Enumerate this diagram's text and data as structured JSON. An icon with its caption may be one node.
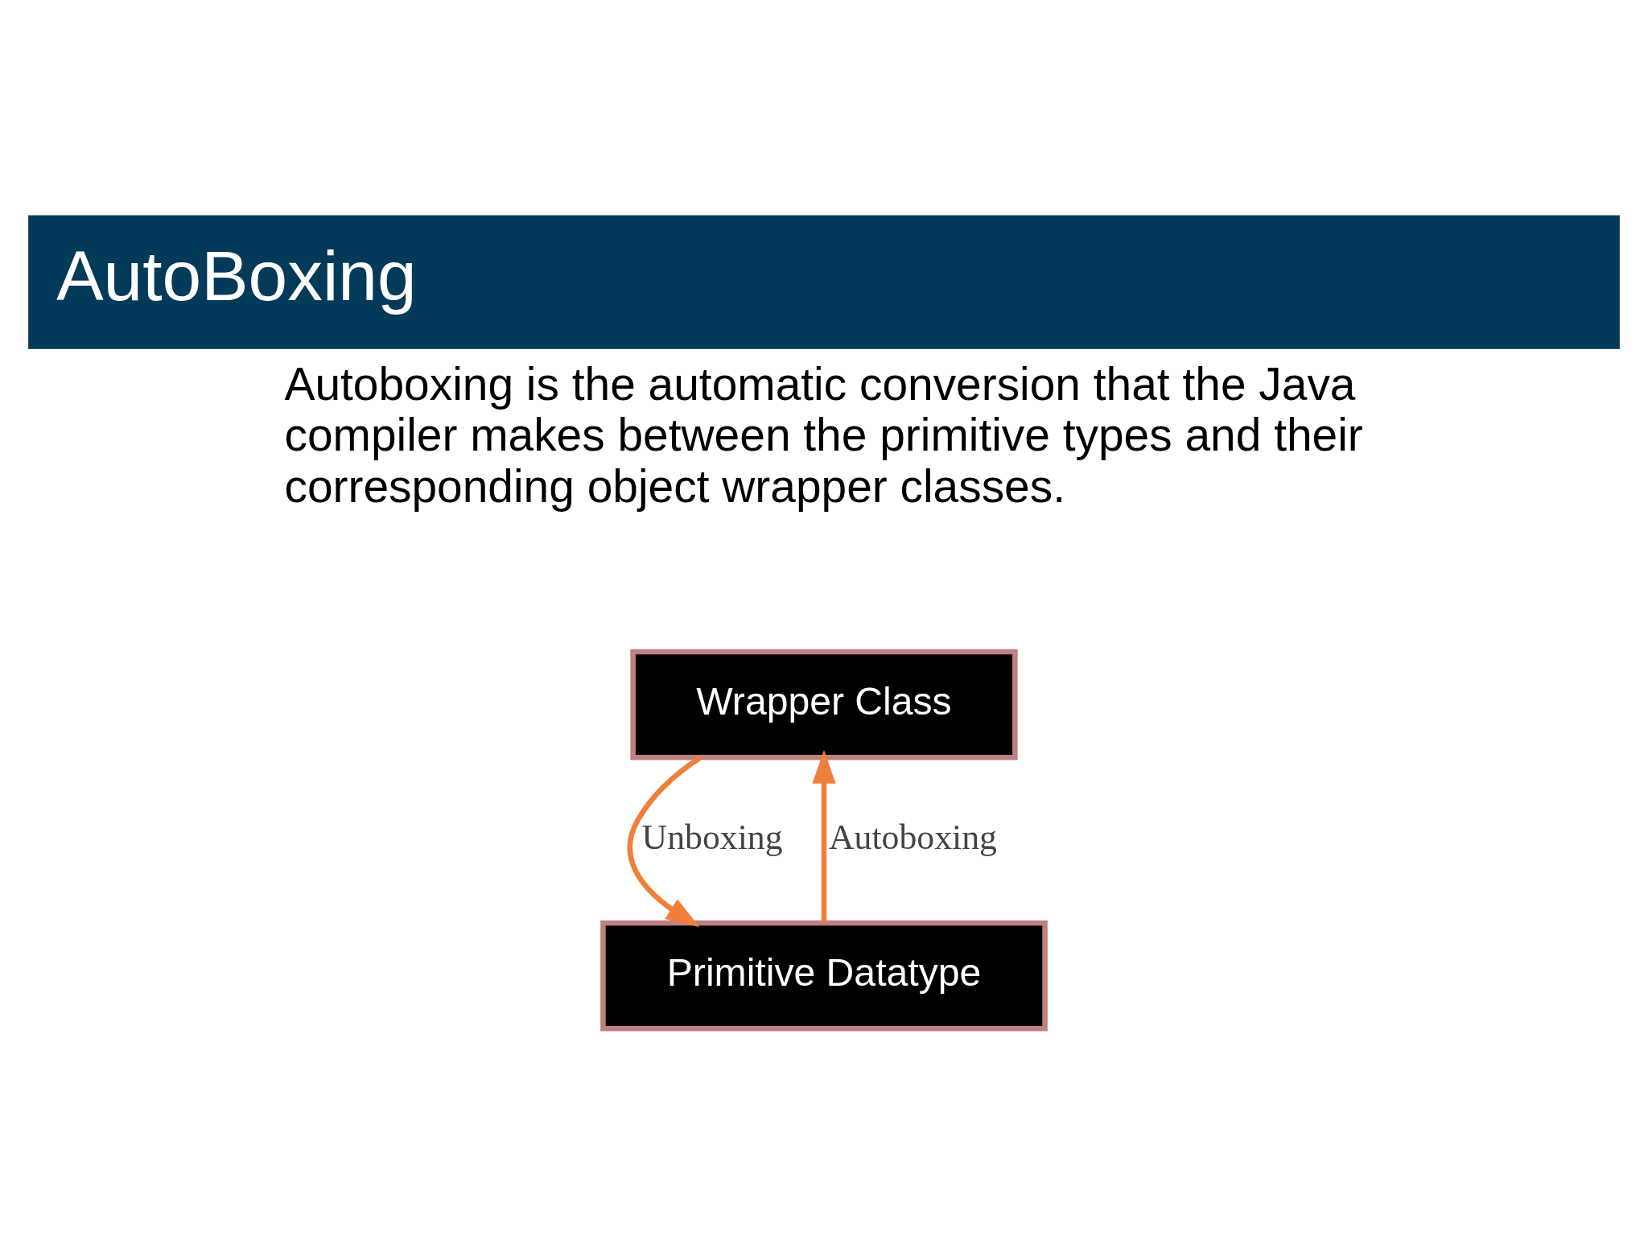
{
  "diagram": {
    "title": "AutoBoxing",
    "nodes": [
      {
        "text": [
          "Wrapper Class"
        ]
      },
      {
        "text": [
          "Primitive Datatype"
        ]
      }
    ],
    "edges": [
      {
        "from": 1,
        "to": 0,
        "arrow": "to",
        "label": "Autoboxing"
      },
      {
        "from": 0,
        "to": 1,
        "arrow": "to",
        "label": "Unboxing"
      }
    ],
    "labels": [
      "Autoboxing is the automatic conversion that the Java compiler makes between the primitive types and their corresponding object wrapper classes."
    ]
  }
}
